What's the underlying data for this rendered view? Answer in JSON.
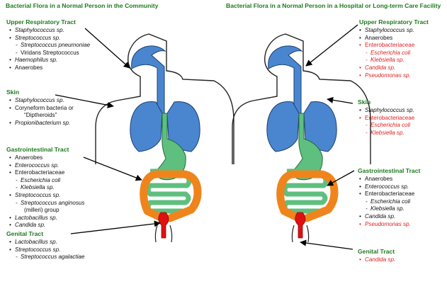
{
  "left": {
    "title": "Bacterial Flora in a Normal Person in the Community",
    "sections": [
      {
        "heading": "Upper Respiratory Tract",
        "items": [
          {
            "text": "Staphylococcus sp.",
            "kind": "b",
            "italic": true,
            "red": false
          },
          {
            "text": "Streptococcus sp.",
            "kind": "b",
            "italic": true,
            "red": false
          },
          {
            "text": "Streptococcus pneumoniae",
            "kind": "d",
            "italic": true,
            "red": false
          },
          {
            "text": "Viridans Streptococcus",
            "kind": "d",
            "italic": false,
            "red": false
          },
          {
            "text": "Haemophilus sp.",
            "kind": "b",
            "italic": true,
            "red": false
          },
          {
            "text": "Anaerobes",
            "kind": "b",
            "italic": false,
            "red": false
          }
        ]
      },
      {
        "heading": "Skin",
        "items": [
          {
            "text": "Staphylococcus sp.",
            "kind": "b",
            "italic": true,
            "red": false
          },
          {
            "text": "Coryneform bacteria or",
            "kind": "b",
            "italic": false,
            "red": false
          },
          {
            "text": "“Diptheroids”",
            "kind": "c",
            "italic": false,
            "red": false
          },
          {
            "text": "Propionibacterium sp.",
            "kind": "b",
            "italic": true,
            "red": false
          }
        ]
      },
      {
        "heading": "Gastrointestinal Tract",
        "items": [
          {
            "text": "Anaerobes",
            "kind": "b",
            "italic": false,
            "red": false
          },
          {
            "text": "Enterococcus sp.",
            "kind": "b",
            "italic": true,
            "red": false
          },
          {
            "text": "Enterobacteriaceae",
            "kind": "b",
            "italic": false,
            "red": false
          },
          {
            "text": "Escherichia coli",
            "kind": "d",
            "italic": true,
            "red": false
          },
          {
            "text": "Klebsiella sp.",
            "kind": "d",
            "italic": true,
            "red": false
          },
          {
            "text": "Streptococcus sp.",
            "kind": "b",
            "italic": true,
            "red": false
          },
          {
            "text": "Streptococcus anginosus",
            "kind": "d",
            "italic": true,
            "red": false
          },
          {
            "text": "(milleri) group",
            "kind": "c",
            "italic": false,
            "red": false
          },
          {
            "text": "Lactobacillus sp.",
            "kind": "b",
            "italic": true,
            "red": false
          },
          {
            "text": "Candida sp.",
            "kind": "b",
            "italic": true,
            "red": false
          }
        ]
      },
      {
        "heading": "Genital Tract",
        "items": [
          {
            "text": "Lactobacillus sp.",
            "kind": "b",
            "italic": true,
            "red": false
          },
          {
            "text": "Streptococcus sp.",
            "kind": "b",
            "italic": true,
            "red": false
          },
          {
            "text": "Streptococcus agalactiae",
            "kind": "d",
            "italic": true,
            "red": false
          }
        ]
      }
    ]
  },
  "right": {
    "title": "Bacterial Flora in a Normal Person in a Hospital or Long-term Care Facility",
    "sections": [
      {
        "heading": "Upper Respiratory Tract",
        "items": [
          {
            "text": "Staphylococcus sp.",
            "kind": "b",
            "italic": true,
            "red": false
          },
          {
            "text": "Anaerobes",
            "kind": "b",
            "italic": false,
            "red": false
          },
          {
            "text": "Enterobacteriaceae",
            "kind": "b",
            "italic": false,
            "red": true
          },
          {
            "text": "Escherichia coli",
            "kind": "d",
            "italic": true,
            "red": true
          },
          {
            "text": "Klebsiella sp.",
            "kind": "d",
            "italic": true,
            "red": true
          },
          {
            "text": "Candida sp.",
            "kind": "b",
            "italic": true,
            "red": true
          },
          {
            "text": "Pseudomonas sp.",
            "kind": "b",
            "italic": true,
            "red": true
          }
        ]
      },
      {
        "heading": "Skin",
        "items": [
          {
            "text": "Staphylococcus sp.",
            "kind": "b",
            "italic": true,
            "red": false
          },
          {
            "text": "Enterobacteriaceae",
            "kind": "b",
            "italic": false,
            "red": true
          },
          {
            "text": "Escherichia coli",
            "kind": "d",
            "italic": true,
            "red": true
          },
          {
            "text": "Klebsiella sp.",
            "kind": "d",
            "italic": true,
            "red": true
          }
        ]
      },
      {
        "heading": "Gastrointestinal Tract",
        "items": [
          {
            "text": "Anaerobes",
            "kind": "b",
            "italic": false,
            "red": false
          },
          {
            "text": "Enterococcus sp.",
            "kind": "b",
            "italic": true,
            "red": false
          },
          {
            "text": "Enterobacteriaceae",
            "kind": "b",
            "italic": false,
            "red": false
          },
          {
            "text": "Escherichia coli",
            "kind": "d",
            "italic": true,
            "red": false
          },
          {
            "text": "Klebsiella sp.",
            "kind": "d",
            "italic": true,
            "red": false
          },
          {
            "text": "Candida sp.",
            "kind": "b",
            "italic": true,
            "red": false
          },
          {
            "text": "Pseudomonas sp.",
            "kind": "b",
            "italic": true,
            "red": true
          }
        ]
      },
      {
        "heading": "Genital Tract",
        "items": [
          {
            "text": "Candida sp.",
            "kind": "b",
            "italic": true,
            "red": true
          }
        ]
      }
    ]
  },
  "colors": {
    "heading": "#1f7a1f",
    "hospital_acquired": "#e02020",
    "airway_lungs": "#4a86cf",
    "stomach_small_intestine": "#5fbf7f",
    "colon": "#f0841c",
    "rectum": "#e01010"
  }
}
